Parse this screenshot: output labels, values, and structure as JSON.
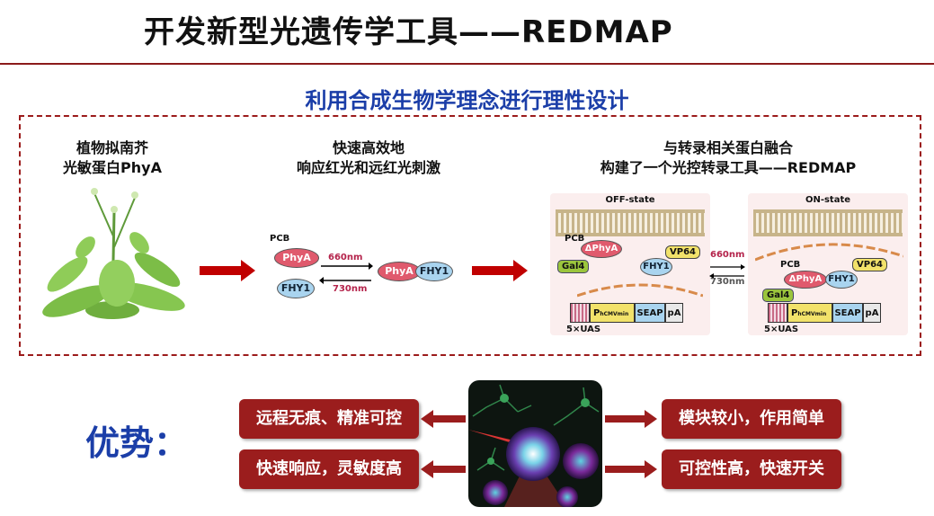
{
  "title": "开发新型光遗传学工具——REDMAP",
  "subtitle": "利用合成生物学理念进行理性设计",
  "steps": {
    "step1": {
      "line1": "植物拟南芥",
      "line2": "光敏蛋白PhyA"
    },
    "step2": {
      "line1": "快速高效地",
      "line2": "响应红光和远红光刺激"
    },
    "step3": {
      "line1": "与转录相关蛋白融合",
      "line2": "构建了一个光控转录工具——REDMAP"
    }
  },
  "diagram": {
    "pcb": "PCB",
    "phya": "PhyA",
    "fhy1": "FHY1",
    "nm660": "660nm",
    "nm730": "730nm",
    "off_state": "OFF-state",
    "on_state": "ON-state",
    "dphya": "ΔPhyA",
    "gal4": "Gal4",
    "vp64": "VP64",
    "p_main": "P",
    "p_sub": "hCMVmin",
    "seap": "SEAP",
    "pa": "pA",
    "uas": "5×UAS"
  },
  "advantages_label": "优势：",
  "advantages": {
    "left1": "远程无痕、精准可控",
    "left2": "快速响应，灵敏度高",
    "right1": "模块较小，作用简单",
    "right2": "可控性高，快速开关"
  },
  "colors": {
    "title_line": "#8b1a1a",
    "subtitle": "#1b3ea8",
    "arrow_red": "#c00000",
    "button_bg": "#9b1d1d"
  }
}
